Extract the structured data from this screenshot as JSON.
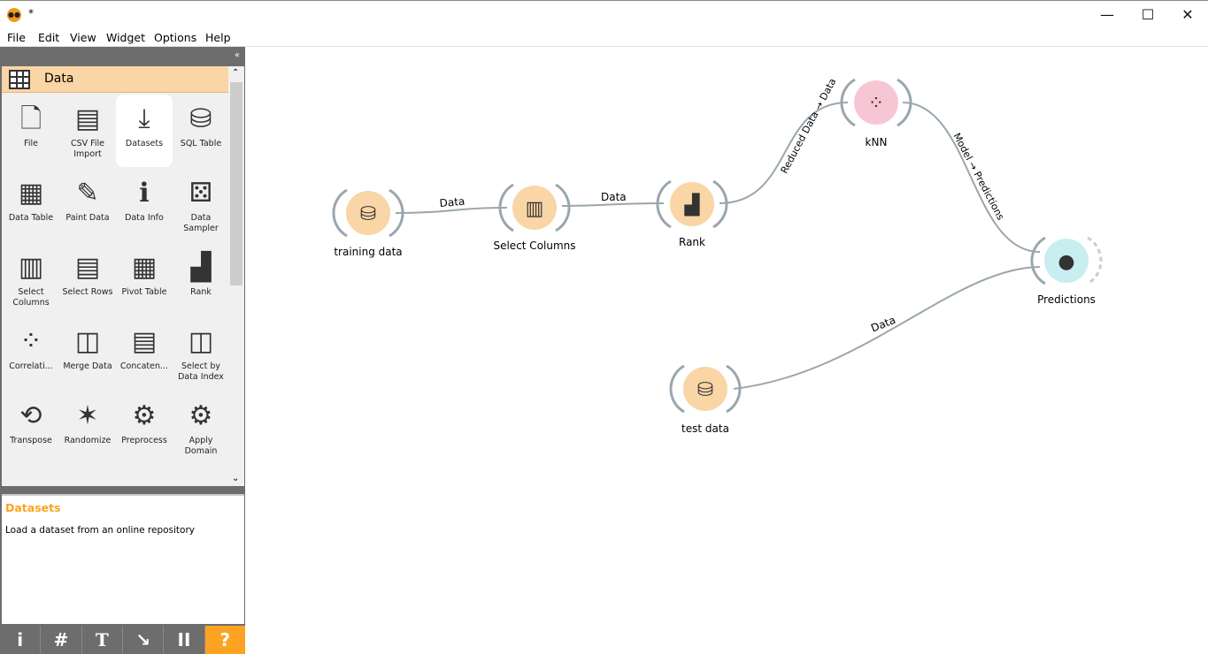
{
  "window": {
    "title": "*",
    "minimize": "—",
    "maximize": "☐",
    "close": "✕"
  },
  "menu": [
    "File",
    "Edit",
    "View",
    "Widget",
    "Options",
    "Help"
  ],
  "sidebar": {
    "collapse": "«",
    "category": "Data",
    "widgets": [
      {
        "label": "File",
        "icon": "🗋"
      },
      {
        "label": "CSV File Import",
        "icon": "▤"
      },
      {
        "label": "Datasets",
        "icon": "⤓"
      },
      {
        "label": "SQL Table",
        "icon": "⛁"
      },
      {
        "label": "Data Table",
        "icon": "▦"
      },
      {
        "label": "Paint Data",
        "icon": "✎"
      },
      {
        "label": "Data Info",
        "icon": "ℹ"
      },
      {
        "label": "Data Sampler",
        "icon": "⚄"
      },
      {
        "label": "Select Columns",
        "icon": "▥"
      },
      {
        "label": "Select Rows",
        "icon": "▤"
      },
      {
        "label": "Pivot Table",
        "icon": "▦"
      },
      {
        "label": "Rank",
        "icon": "▟"
      },
      {
        "label": "Correlati...",
        "icon": "⁘"
      },
      {
        "label": "Merge Data",
        "icon": "◫"
      },
      {
        "label": "Concaten...",
        "icon": "▤"
      },
      {
        "label": "Select by Data Index",
        "icon": "◫"
      },
      {
        "label": "Transpose",
        "icon": "⟲"
      },
      {
        "label": "Randomize",
        "icon": "✶"
      },
      {
        "label": "Preprocess",
        "icon": "⚙"
      },
      {
        "label": "Apply Domain",
        "icon": "⚙"
      }
    ],
    "help": {
      "title": "Datasets",
      "text": "Load a dataset from an online repository"
    },
    "bottom": [
      "i",
      "#",
      "T",
      "↘",
      "II",
      "?"
    ]
  },
  "canvas": {
    "nodes": [
      {
        "id": "training",
        "label": "training data",
        "color": "#fad5a5"
      },
      {
        "id": "select",
        "label": "Select Columns",
        "color": "#fad5a5"
      },
      {
        "id": "rank",
        "label": "Rank",
        "color": "#fad5a5"
      },
      {
        "id": "knn",
        "label": "kNN",
        "color": "#f7c6d4"
      },
      {
        "id": "pred",
        "label": "Predictions",
        "color": "#c8eeef"
      },
      {
        "id": "test",
        "label": "test data",
        "color": "#fad5a5"
      }
    ],
    "links": [
      "Data",
      "Data",
      "Reduced Data → Data",
      "Model → Predictions",
      "Data"
    ],
    "link_color": "#9aa6ae"
  }
}
